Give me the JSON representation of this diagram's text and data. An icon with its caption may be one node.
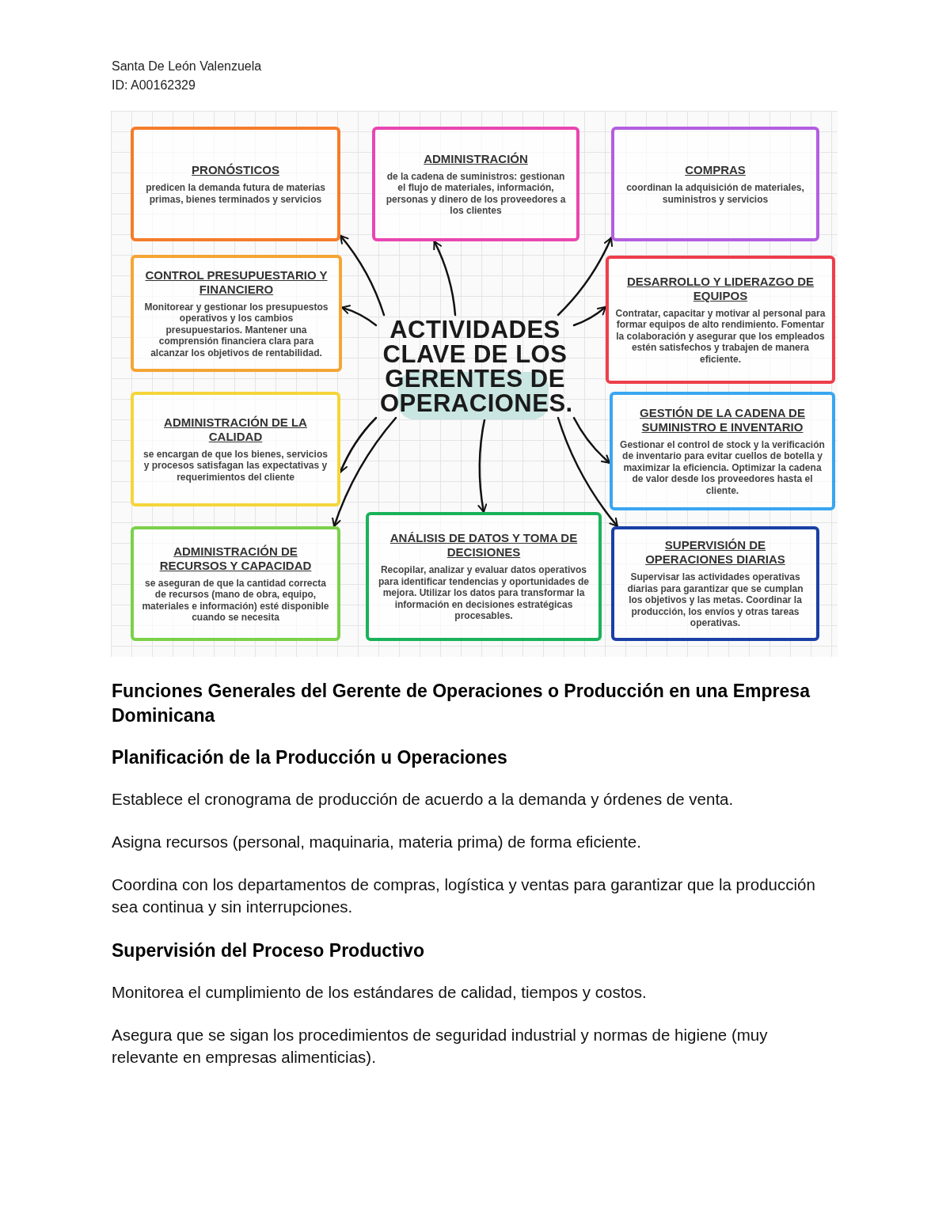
{
  "diagram": {
    "nodes": [
      {
        "text": [
          "ACTIVIDADES CLAVE DE LOS GERENTES DE OPERACIONES."
        ]
      },
      {
        "text": [
          "PRONÓSTICOS",
          "predicen la demanda futura de materias primas, bienes terminados y servicios"
        ]
      },
      {
        "text": [
          "ADMINISTRACIÓN",
          "de la cadena de suministros: gestionan el flujo de materiales, información, personas y dinero de los proveedores a los clientes"
        ]
      },
      {
        "text": [
          "COMPRAS",
          "coordinan la adquisición de materiales, suministros y servicios"
        ]
      },
      {
        "text": [
          "CONTROL PRESUPUESTARIO Y FINANCIERO",
          "Monitorear y gestionar los presupuestos operativos y los cambios presupuestarios. Mantener una comprensión financiera clara para alcanzar los objetivos de rentabilidad."
        ]
      },
      {
        "text": [
          "DESARROLLO Y LIDERAZGO DE EQUIPOS",
          "Contratar, capacitar y motivar al personal para formar equipos de alto rendimiento. Fomentar la colaboración y asegurar que los empleados estén satisfechos y trabajen de manera eficiente."
        ]
      },
      {
        "text": [
          "ADMINISTRACIÓN DE LA CALIDAD",
          "se encargan de que los bienes, servicios y procesos satisfagan las expectativas y requerimientos del cliente"
        ]
      },
      {
        "text": [
          "GESTIÓN DE LA CADENA DE SUMINISTRO E INVENTARIO",
          "Gestionar el control de stock y la verificación de inventario para evitar cuellos de botella y maximizar la eficiencia. Optimizar la cadena de valor desde los proveedores hasta el cliente."
        ]
      },
      {
        "text": [
          "ADMINISTRACIÓN DE RECURSOS Y CAPACIDAD",
          "se aseguran de que la cantidad correcta de recursos (mano de obra, equipo, materiales e información) esté disponible cuando se necesita"
        ]
      },
      {
        "text": [
          "ANÁLISIS DE DATOS Y TOMA DE DECISIONES",
          "Recopilar, analizar y evaluar datos operativos para identificar tendencias y oportunidades de mejora. Utilizar los datos para transformar la información en decisiones estratégicas procesables."
        ]
      },
      {
        "text": [
          "SUPERVISIÓN DE OPERACIONES DIARIAS",
          "Supervisar las actividades operativas diarias para garantizar que se cumplan los objetivos y las metas. Coordinar la producción, los envíos y otras tareas operativas."
        ]
      }
    ],
    "edges": [
      {
        "from": 0,
        "to": 1,
        "arrow": "to"
      },
      {
        "from": 0,
        "to": 2,
        "arrow": "to"
      },
      {
        "from": 0,
        "to": 3,
        "arrow": "to"
      },
      {
        "from": 0,
        "to": 4,
        "arrow": "to"
      },
      {
        "from": 0,
        "to": 5,
        "arrow": "to"
      },
      {
        "from": 0,
        "to": 6,
        "arrow": "to"
      },
      {
        "from": 0,
        "to": 7,
        "arrow": "to"
      },
      {
        "from": 0,
        "to": 8,
        "arrow": "to"
      },
      {
        "from": 0,
        "to": 9,
        "arrow": "to"
      },
      {
        "from": 0,
        "to": 10,
        "arrow": "to"
      }
    ],
    "labels": [
      "Santa De León Valenzuela",
      "ID: A00162329",
      "Funciones Generales del Gerente de Operaciones o Producción en una Empresa Dominicana",
      "Planificación de la Producción u Operaciones",
      "Establece el cronograma de producción de acuerdo a la demanda y órdenes de venta.",
      "Asigna recursos (personal, maquinaria, materia prima) de forma eficiente.",
      "Coordina con los departamentos de compras, logística y ventas para garantizar que la producción sea continua y sin interrupciones.",
      "Supervisión del Proceso Productivo",
      "Monitorea el cumplimiento de los estándares de calidad, tiempos y costos.",
      "Asegura que se sigan los procedimientos de seguridad industrial y normas de higiene (muy relevante en empresas alimenticias)."
    ]
  }
}
